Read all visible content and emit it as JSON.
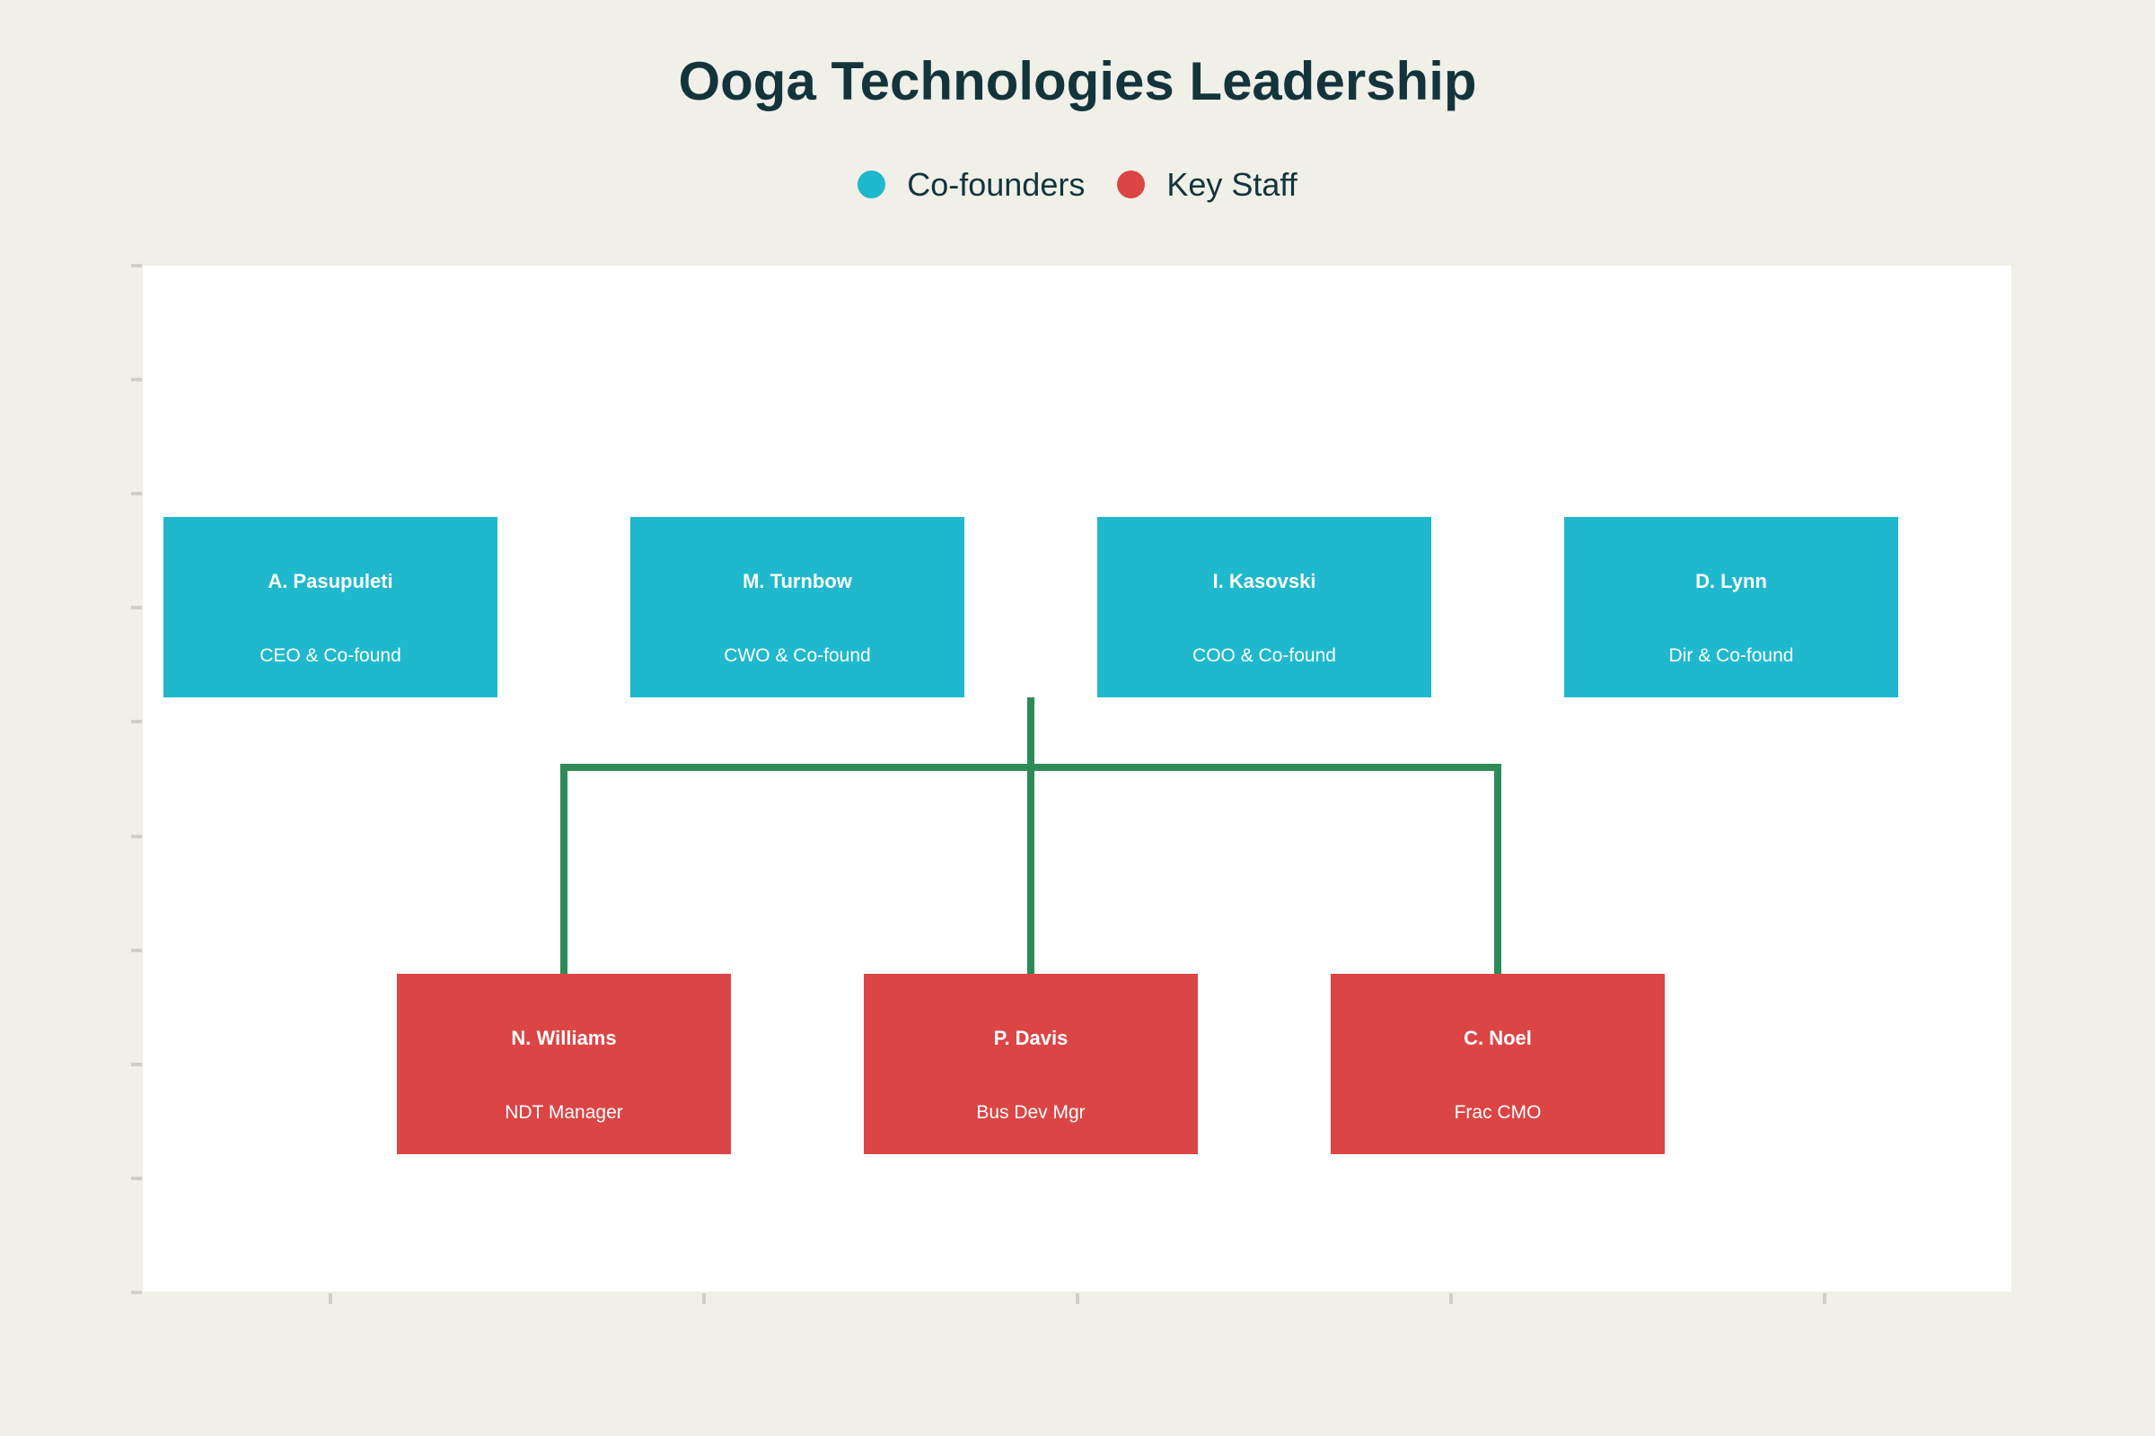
{
  "title": "Ooga Technologies Leadership",
  "legend": {
    "items": [
      {
        "label": "Co-founders",
        "color": "#1FB8CD"
      },
      {
        "label": "Key Staff",
        "color": "#DB4545"
      }
    ]
  },
  "org": {
    "founders": [
      {
        "name": "A. Pasupuleti",
        "role": "CEO & Co-found"
      },
      {
        "name": "M. Turnbow",
        "role": "CWO & Co-found"
      },
      {
        "name": "I. Kasovski",
        "role": "COO & Co-found"
      },
      {
        "name": "D. Lynn",
        "role": "Dir & Co-found"
      }
    ],
    "staff": [
      {
        "name": "N. Williams",
        "role": "NDT Manager"
      },
      {
        "name": "P. Davis",
        "role": "Bus Dev Mgr"
      },
      {
        "name": "C. Noel",
        "role": "Frac CMO"
      }
    ]
  },
  "colors": {
    "founder_box": "#1FB8CD",
    "staff_box": "#DB4545",
    "connector": "#2E8B57",
    "title_text": "#13343B",
    "legend_text": "#13343B",
    "node_text": "#FFFFFF",
    "page_background": "#F0F0E9",
    "plot_background": "#FFFFFF",
    "tick": "#CFCFC5"
  }
}
